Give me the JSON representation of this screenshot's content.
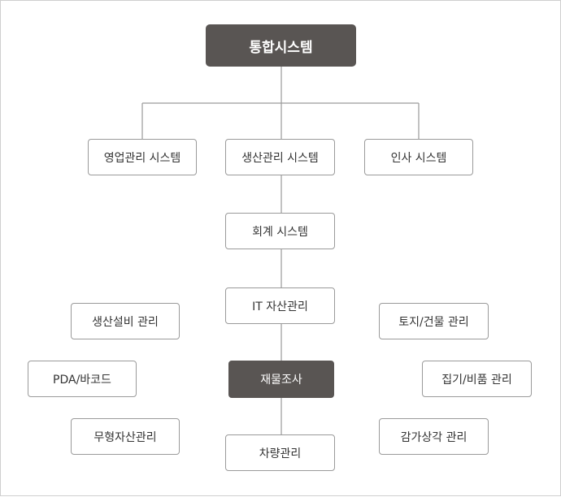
{
  "diagram": {
    "root": "통합시스템",
    "level1": {
      "sales": "영업관리 시스템",
      "production": "생산관리 시스템",
      "hr": "인사 시스템"
    },
    "accounting": "회계 시스템",
    "it_assets": "IT 자산관리",
    "inventory": "재물조사",
    "vehicles": "차량관리",
    "left": {
      "equipment": "생산설비 관리",
      "pda": "PDA/바코드",
      "intangible": "무형자산관리"
    },
    "right": {
      "land": "토지/건물 관리",
      "fixtures": "집기/비품 관리",
      "depreciation": "감가상각 관리"
    },
    "colors": {
      "dark_fill": "#595553",
      "border": "#9a9a9a",
      "connector": "#9a9a9a",
      "text": "#333333"
    }
  }
}
